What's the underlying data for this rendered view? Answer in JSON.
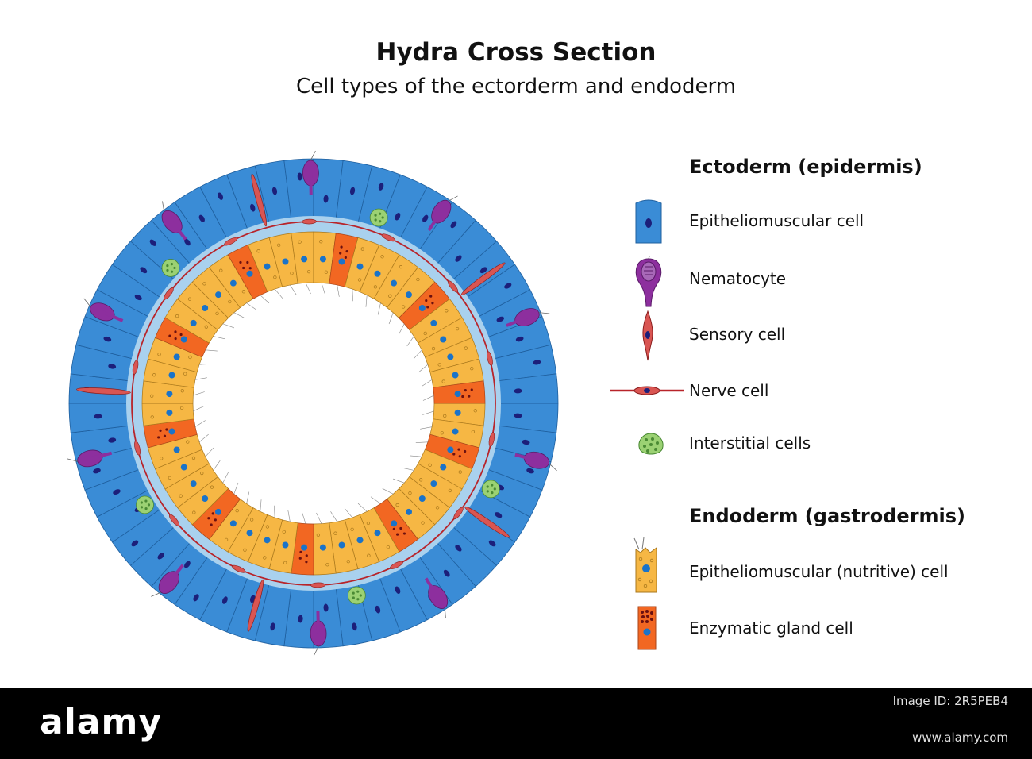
{
  "title": "Hydra Cross Section",
  "subtitle": "Cell types of the ectorderm and endoderm",
  "legend": {
    "ectoderm_heading": "Ectoderm (epidermis)",
    "ectoderm_items": [
      {
        "label": "Epitheliomuscular cell",
        "icon": "epitheliomuscular-cell-icon",
        "color": "#3a8cd6"
      },
      {
        "label": "Nematocyte",
        "icon": "nematocyte-icon",
        "color": "#8d2f9e"
      },
      {
        "label": "Sensory cell",
        "icon": "sensory-cell-icon",
        "color": "#d95552"
      },
      {
        "label": "Nerve cell",
        "icon": "nerve-cell-icon",
        "color": "#b8242a"
      },
      {
        "label": "Interstitial cells",
        "icon": "interstitial-cells-icon",
        "color": "#9bd173"
      }
    ],
    "endoderm_heading": "Endoderm (gastrodermis)",
    "endoderm_items": [
      {
        "label": "Epitheliomuscular (nutritive) cell",
        "icon": "nutritive-cell-icon",
        "color": "#f6b744"
      },
      {
        "label": "Enzymatic gland cell",
        "icon": "gland-cell-icon",
        "color": "#f26722"
      }
    ]
  },
  "colors": {
    "ectoderm": "#3a8cd6",
    "mesoglea": "#a9d1ee",
    "endoderm": "#f6b744",
    "gland": "#f26722",
    "nematocyte": "#8d2f9e",
    "nerve": "#b8242a",
    "nucleus": "#1c1f7a",
    "nucleus_endo": "#1a73c9"
  },
  "watermark": {
    "logo": "alamy",
    "image_id": "Image ID: 2R5PEB4",
    "site": "www.alamy.com"
  }
}
